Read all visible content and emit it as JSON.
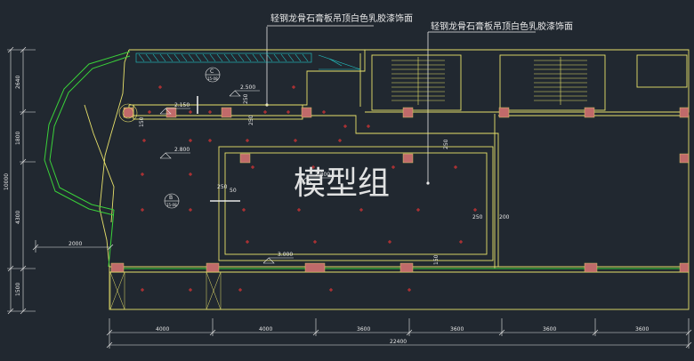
{
  "annotations": {
    "top_label": "轻钢龙骨石膏板吊顶白色乳胶漆饰面",
    "right_label": "轻钢龙骨石膏板吊顶白色乳胶漆饰面"
  },
  "watermark": "模型组",
  "levels": {
    "corridor": "2.150",
    "upper_center": "2.500",
    "left_hall": "2.800",
    "center_room": "2.800",
    "bottom": "3.000"
  },
  "section_marks": {
    "c_letter": "C",
    "c_sheet": "15-08",
    "b_letter": "B",
    "b_sheet": "15-08"
  },
  "local_dims": {
    "d250a": "250",
    "d250b": "250",
    "d150": "150",
    "d250c": "250",
    "d50": "50",
    "d250d": "250",
    "d200": "200",
    "d150b": "150"
  },
  "dims_bottom": {
    "segments": [
      "4000",
      "4000",
      "3600",
      "3600",
      "3600",
      "3600"
    ],
    "total": "22400"
  },
  "dims_left": {
    "segments": [
      "2640",
      "1800",
      "10000",
      "4300",
      "1500"
    ],
    "horizontal": "2000"
  },
  "colors": {
    "background": "#212830",
    "wall": "#e8e16a",
    "fixture": "#e53535",
    "column": "#c06a6a",
    "balcony": "#3ad23a",
    "hatch": "#22c9c9",
    "dimension": "#e8e8e8"
  }
}
